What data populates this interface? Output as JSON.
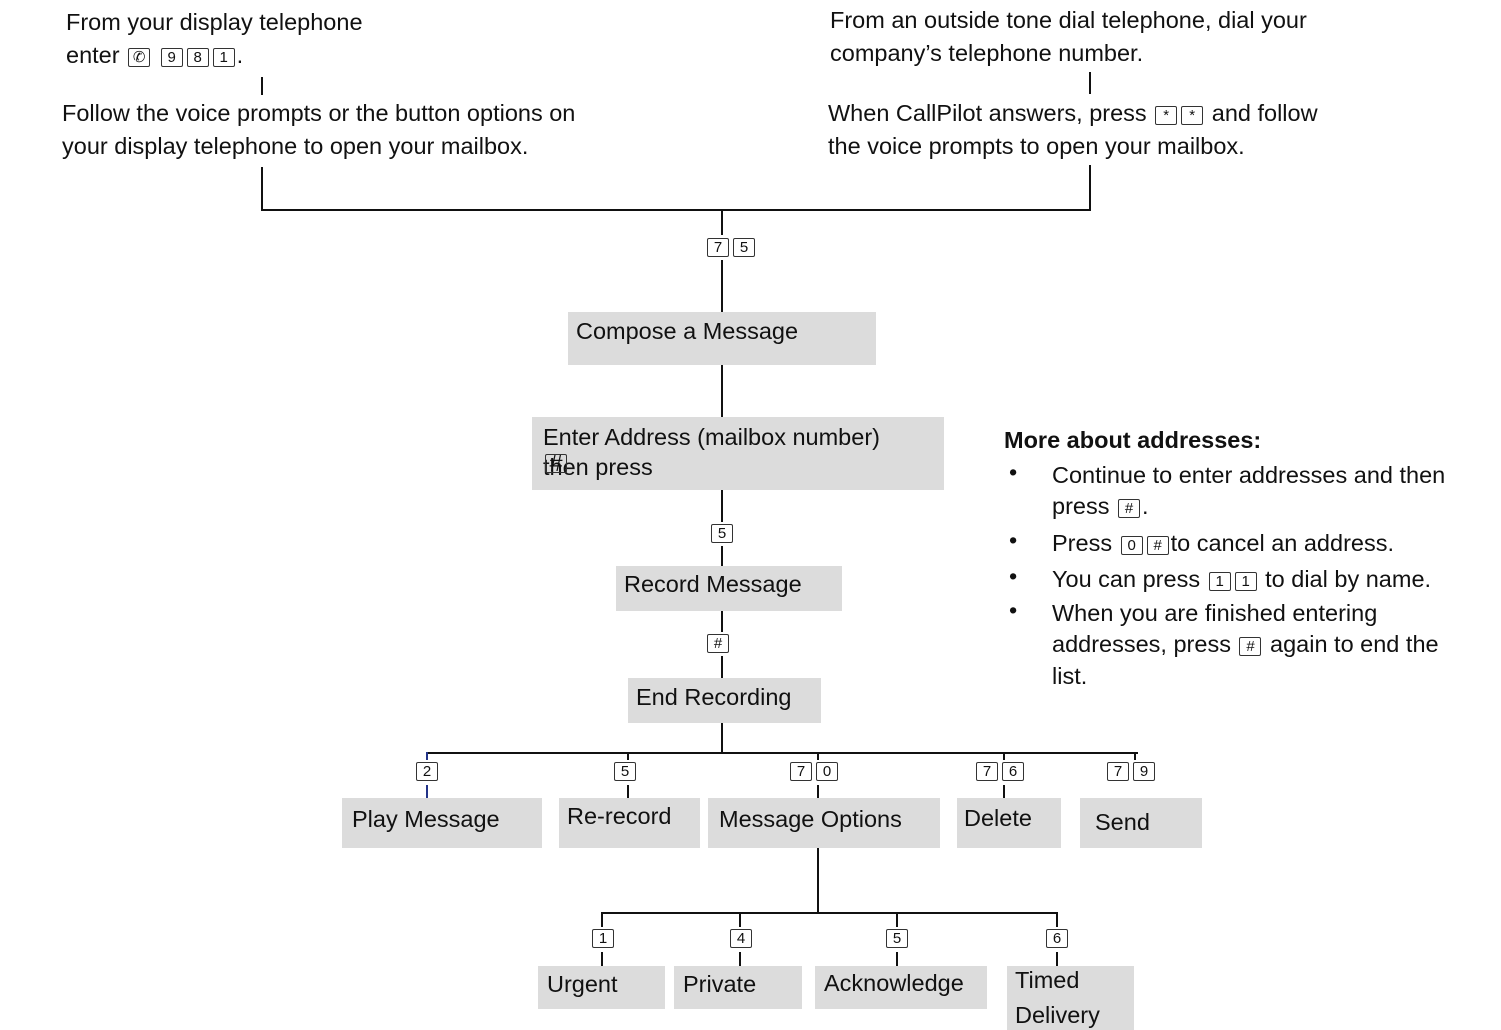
{
  "top_left": {
    "line1": "From your display telephone",
    "line2_prefix": "enter",
    "line2_keys": [
      "✆",
      "9",
      "8",
      "1"
    ],
    "line2_suffix": ".",
    "line3": "Follow the voice prompts or the button options on",
    "line4": "your display telephone to open your mailbox."
  },
  "top_right": {
    "line1": "From an outside tone dial telephone, dial your",
    "line2": "company’s telephone number.",
    "line3_prefix": "When CallPilot answers, press",
    "line3_keys": [
      "*",
      "*"
    ],
    "line3_suffix": "and follow",
    "line4": "the voice prompts to open your mailbox."
  },
  "keys": {
    "compose": [
      "7",
      "5"
    ],
    "after_address": [
      "5"
    ],
    "after_record": [
      "#"
    ],
    "play": [
      "2"
    ],
    "rerecord": [
      "5"
    ],
    "options": [
      "7",
      "0"
    ],
    "delete": [
      "7",
      "6"
    ],
    "send": [
      "7",
      "9"
    ],
    "urgent": [
      "1"
    ],
    "private": [
      "4"
    ],
    "acknowledge": [
      "5"
    ],
    "timed": [
      "6"
    ]
  },
  "boxes": {
    "compose": "Compose a Message",
    "address_line1": "Enter Address (mailbox number)",
    "address_line2_prefix": "then press",
    "address_key": "#",
    "record": "Record Message",
    "end": "End Recording",
    "play": "Play Message",
    "rerecord": "Re-record",
    "options": "Message Options",
    "delete": "Delete",
    "send": "Send",
    "urgent": "Urgent",
    "private": "Private",
    "acknowledge": "Acknowledge",
    "timed_line1": "Timed",
    "timed_line2": "Delivery"
  },
  "addresses": {
    "heading": "More about addresses:",
    "b1_line1": "Continue to enter addresses and then",
    "b1_line2_prefix": "press",
    "b1_key": "#",
    "b1_line2_suffix": ".",
    "b2_prefix": "Press",
    "b2_keys": [
      "0",
      "#"
    ],
    "b2_suffix": "to cancel an address.",
    "b3_prefix": "You can press",
    "b3_keys": [
      "1",
      "1"
    ],
    "b3_suffix": "to dial by name.",
    "b4_line1": "When you are finished entering",
    "b4_line2_prefix": "addresses, press",
    "b4_key": "#",
    "b4_line2_suffix": "again to end the",
    "b4_line3": "list.",
    "bullet": "•"
  }
}
